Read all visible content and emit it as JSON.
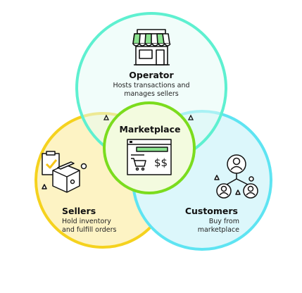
{
  "colors": {
    "operator_circle": "#5ef0d0",
    "operator_fill": "#e6fbf5",
    "sellers_circle": "#f5d21e",
    "sellers_fill": "#fdf3c4",
    "customers_circle": "#5ee4f2",
    "customers_fill": "#dcf7fb",
    "marketplace_circle": "#7bdc1e",
    "marketplace_fill": "#f3fbdf",
    "icon_green": "#8be38f",
    "icon_stroke": "#111111"
  },
  "operator": {
    "title": "Operator",
    "desc_line1": "Hosts transactions and",
    "desc_line2": "manages sellers",
    "icon": "storefront-icon"
  },
  "marketplace": {
    "title": "Marketplace",
    "icon": "online-shop-screen-icon",
    "price_text": "$$"
  },
  "sellers": {
    "title": "Sellers",
    "desc_line1": "Hold inventory",
    "desc_line2": "and fulfill orders",
    "icon": "inventory-box-checklist-icon"
  },
  "customers": {
    "title": "Customers",
    "desc_line1": "Buy from",
    "desc_line2": "marketplace",
    "icon": "customer-network-icon"
  }
}
